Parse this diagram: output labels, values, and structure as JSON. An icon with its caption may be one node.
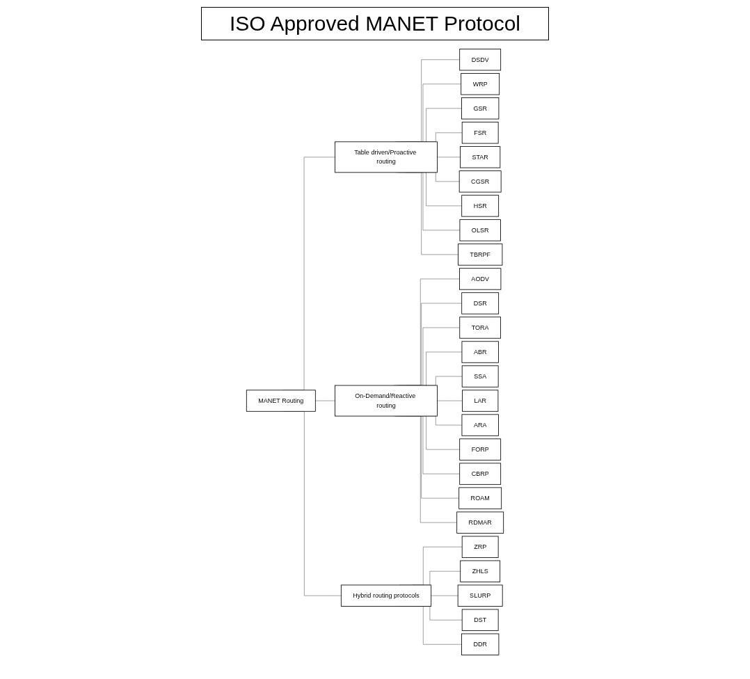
{
  "diagram": {
    "title": "ISO Approved MANET Protocol",
    "nodes": [
      {
        "text": [
          "MANET Routing"
        ]
      },
      {
        "text": [
          "Table driven/Proactive routing"
        ]
      },
      {
        "text": [
          "On-Demand/Reactive routing"
        ]
      },
      {
        "text": [
          "Hybrid routing protocols"
        ]
      },
      {
        "text": [
          "DSDV"
        ]
      },
      {
        "text": [
          "WRP"
        ]
      },
      {
        "text": [
          "GSR"
        ]
      },
      {
        "text": [
          "FSR"
        ]
      },
      {
        "text": [
          "STAR"
        ]
      },
      {
        "text": [
          "CGSR"
        ]
      },
      {
        "text": [
          "HSR"
        ]
      },
      {
        "text": [
          "OLSR"
        ]
      },
      {
        "text": [
          "TBRPF"
        ]
      },
      {
        "text": [
          "AODV"
        ]
      },
      {
        "text": [
          "DSR"
        ]
      },
      {
        "text": [
          "TORA"
        ]
      },
      {
        "text": [
          "ABR"
        ]
      },
      {
        "text": [
          "SSA"
        ]
      },
      {
        "text": [
          "LAR"
        ]
      },
      {
        "text": [
          "ARA"
        ]
      },
      {
        "text": [
          "FORP"
        ]
      },
      {
        "text": [
          "CBRP"
        ]
      },
      {
        "text": [
          "ROAM"
        ]
      },
      {
        "text": [
          "RDMAR"
        ]
      },
      {
        "text": [
          "ZRP"
        ]
      },
      {
        "text": [
          "ZHLS"
        ]
      },
      {
        "text": [
          "SLURP"
        ]
      },
      {
        "text": [
          "DST"
        ]
      },
      {
        "text": [
          "DDR"
        ]
      }
    ],
    "edges": [
      {
        "from": 0,
        "to": 1,
        "arrow": "none"
      },
      {
        "from": 0,
        "to": 2,
        "arrow": "none"
      },
      {
        "from": 0,
        "to": 3,
        "arrow": "none"
      },
      {
        "from": 1,
        "to": 4,
        "arrow": "none"
      },
      {
        "from": 1,
        "to": 5,
        "arrow": "none"
      },
      {
        "from": 1,
        "to": 6,
        "arrow": "none"
      },
      {
        "from": 1,
        "to": 7,
        "arrow": "none"
      },
      {
        "from": 1,
        "to": 8,
        "arrow": "none"
      },
      {
        "from": 1,
        "to": 9,
        "arrow": "none"
      },
      {
        "from": 1,
        "to": 10,
        "arrow": "none"
      },
      {
        "from": 1,
        "to": 11,
        "arrow": "none"
      },
      {
        "from": 1,
        "to": 12,
        "arrow": "none"
      },
      {
        "from": 2,
        "to": 13,
        "arrow": "none"
      },
      {
        "from": 2,
        "to": 14,
        "arrow": "none"
      },
      {
        "from": 2,
        "to": 15,
        "arrow": "none"
      },
      {
        "from": 2,
        "to": 16,
        "arrow": "none"
      },
      {
        "from": 2,
        "to": 17,
        "arrow": "none"
      },
      {
        "from": 2,
        "to": 18,
        "arrow": "none"
      },
      {
        "from": 2,
        "to": 19,
        "arrow": "none"
      },
      {
        "from": 2,
        "to": 20,
        "arrow": "none"
      },
      {
        "from": 2,
        "to": 21,
        "arrow": "none"
      },
      {
        "from": 2,
        "to": 22,
        "arrow": "none"
      },
      {
        "from": 2,
        "to": 23,
        "arrow": "none"
      },
      {
        "from": 3,
        "to": 24,
        "arrow": "none"
      },
      {
        "from": 3,
        "to": 25,
        "arrow": "none"
      },
      {
        "from": 3,
        "to": 26,
        "arrow": "none"
      },
      {
        "from": 3,
        "to": 27,
        "arrow": "none"
      },
      {
        "from": 3,
        "to": 28,
        "arrow": "none"
      }
    ]
  }
}
